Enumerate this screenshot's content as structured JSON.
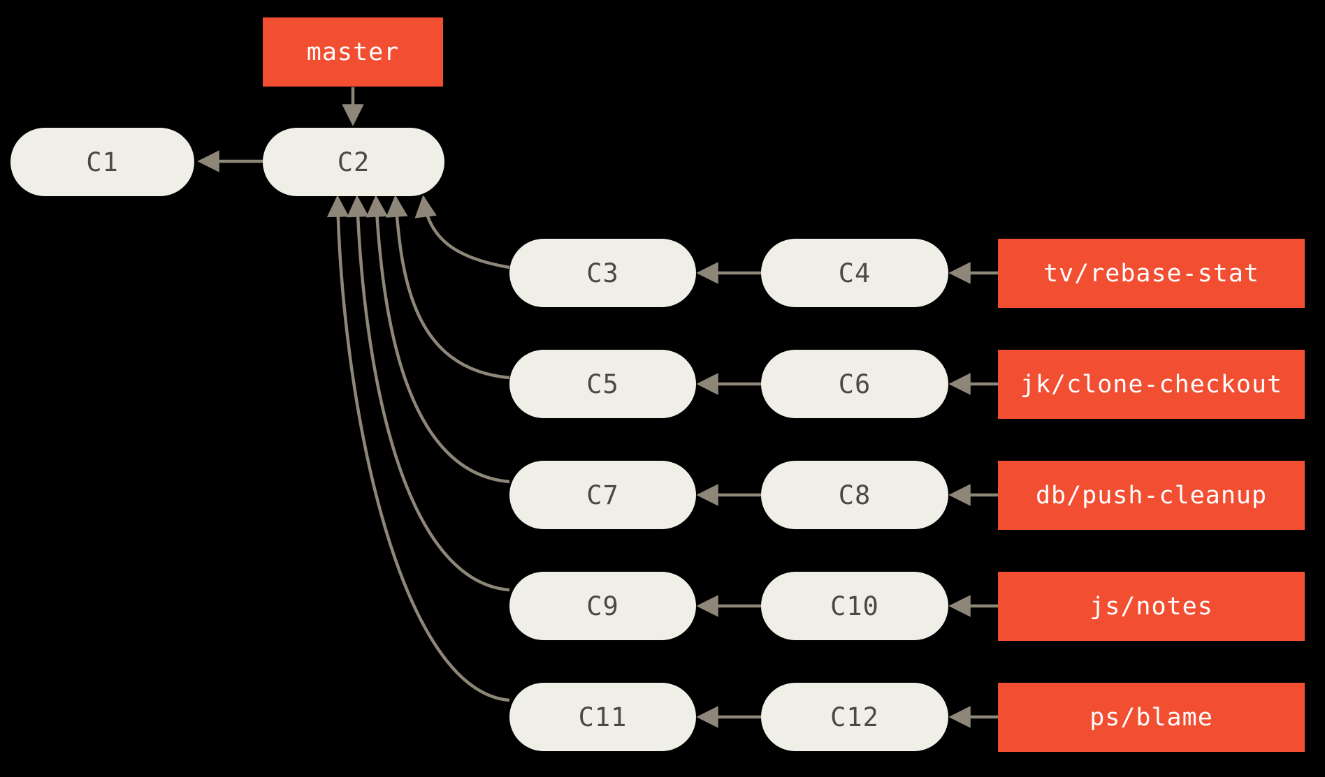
{
  "diagram": {
    "head_label": "master",
    "commits": {
      "c1": "C1",
      "c2": "C2",
      "c3": "C3",
      "c4": "C4",
      "c5": "C5",
      "c6": "C6",
      "c7": "C7",
      "c8": "C8",
      "c9": "C9",
      "c10": "C10",
      "c11": "C11",
      "c12": "C12"
    },
    "rows": [
      {
        "left": "C3",
        "right": "C4",
        "branch": "tv/rebase-stat"
      },
      {
        "left": "C5",
        "right": "C6",
        "branch": "jk/clone-checkout"
      },
      {
        "left": "C7",
        "right": "C8",
        "branch": "db/push-cleanup"
      },
      {
        "left": "C9",
        "right": "C10",
        "branch": "js/notes"
      },
      {
        "left": "C11",
        "right": "C12",
        "branch": "ps/blame"
      }
    ],
    "edges": [
      "master -> C2",
      "C2 -> C1",
      "C3 -> C2",
      "C4 -> C3",
      "tv/rebase-stat -> C4",
      "C5 -> C2",
      "C6 -> C5",
      "jk/clone-checkout -> C6",
      "C7 -> C2",
      "C8 -> C7",
      "db/push-cleanup -> C8",
      "C9 -> C2",
      "C10 -> C9",
      "js/notes -> C10",
      "C11 -> C2",
      "C12 -> C11",
      "ps/blame -> C12"
    ],
    "colors": {
      "background": "#000000",
      "commit_fill": "#f0efe7",
      "commit_text": "#4d4842",
      "branch_bg": "#f14e32",
      "branch_text": "#ffffff",
      "arrow": "#8e8779"
    }
  }
}
